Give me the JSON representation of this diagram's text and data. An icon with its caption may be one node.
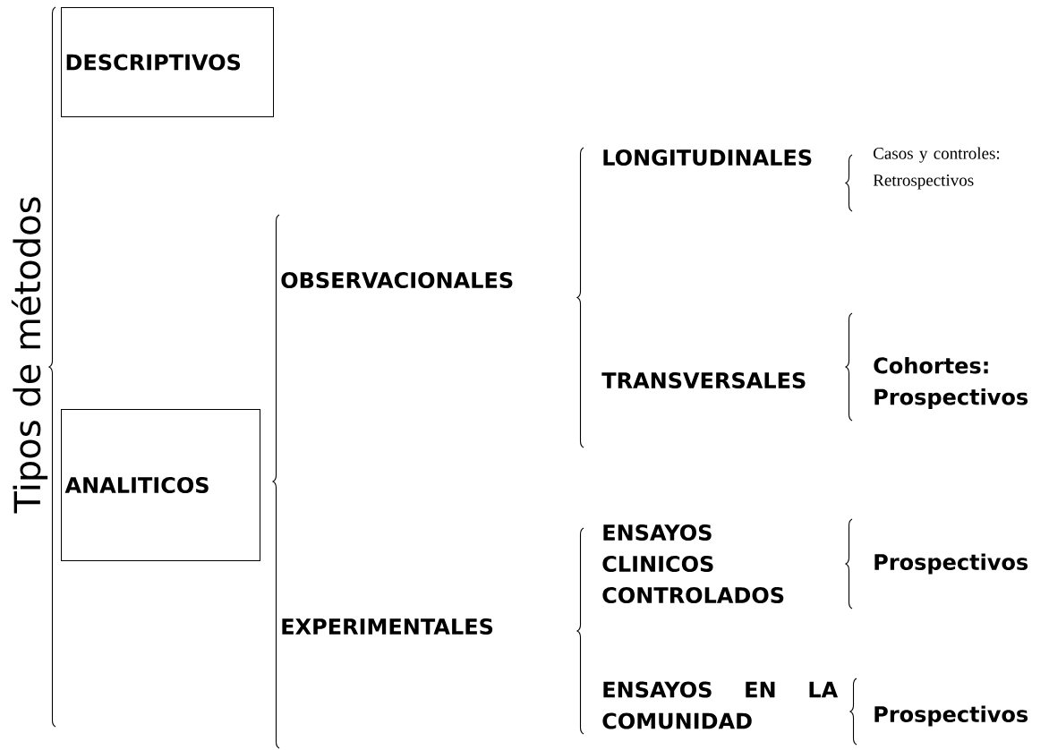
{
  "diagram": {
    "title": "Tipos de métodos",
    "nodes": [
      {
        "text": [
          "DESCRIPTIVOS"
        ]
      },
      {
        "text": [
          "ANALITICOS"
        ]
      }
    ],
    "labels": [
      "OBSERVACIONALES",
      "LONGITUDINALES",
      "Casos y controles: Retrospectivos",
      "TRANSVERSALES",
      "Cohortes: Prospectivos",
      "EXPERIMENTALES",
      "ENSAYOS CLINICOS CONTROLADOS",
      "Prospectivos",
      "ENSAYOS EN LA COMUNIDAD",
      "Prospectivos"
    ]
  }
}
